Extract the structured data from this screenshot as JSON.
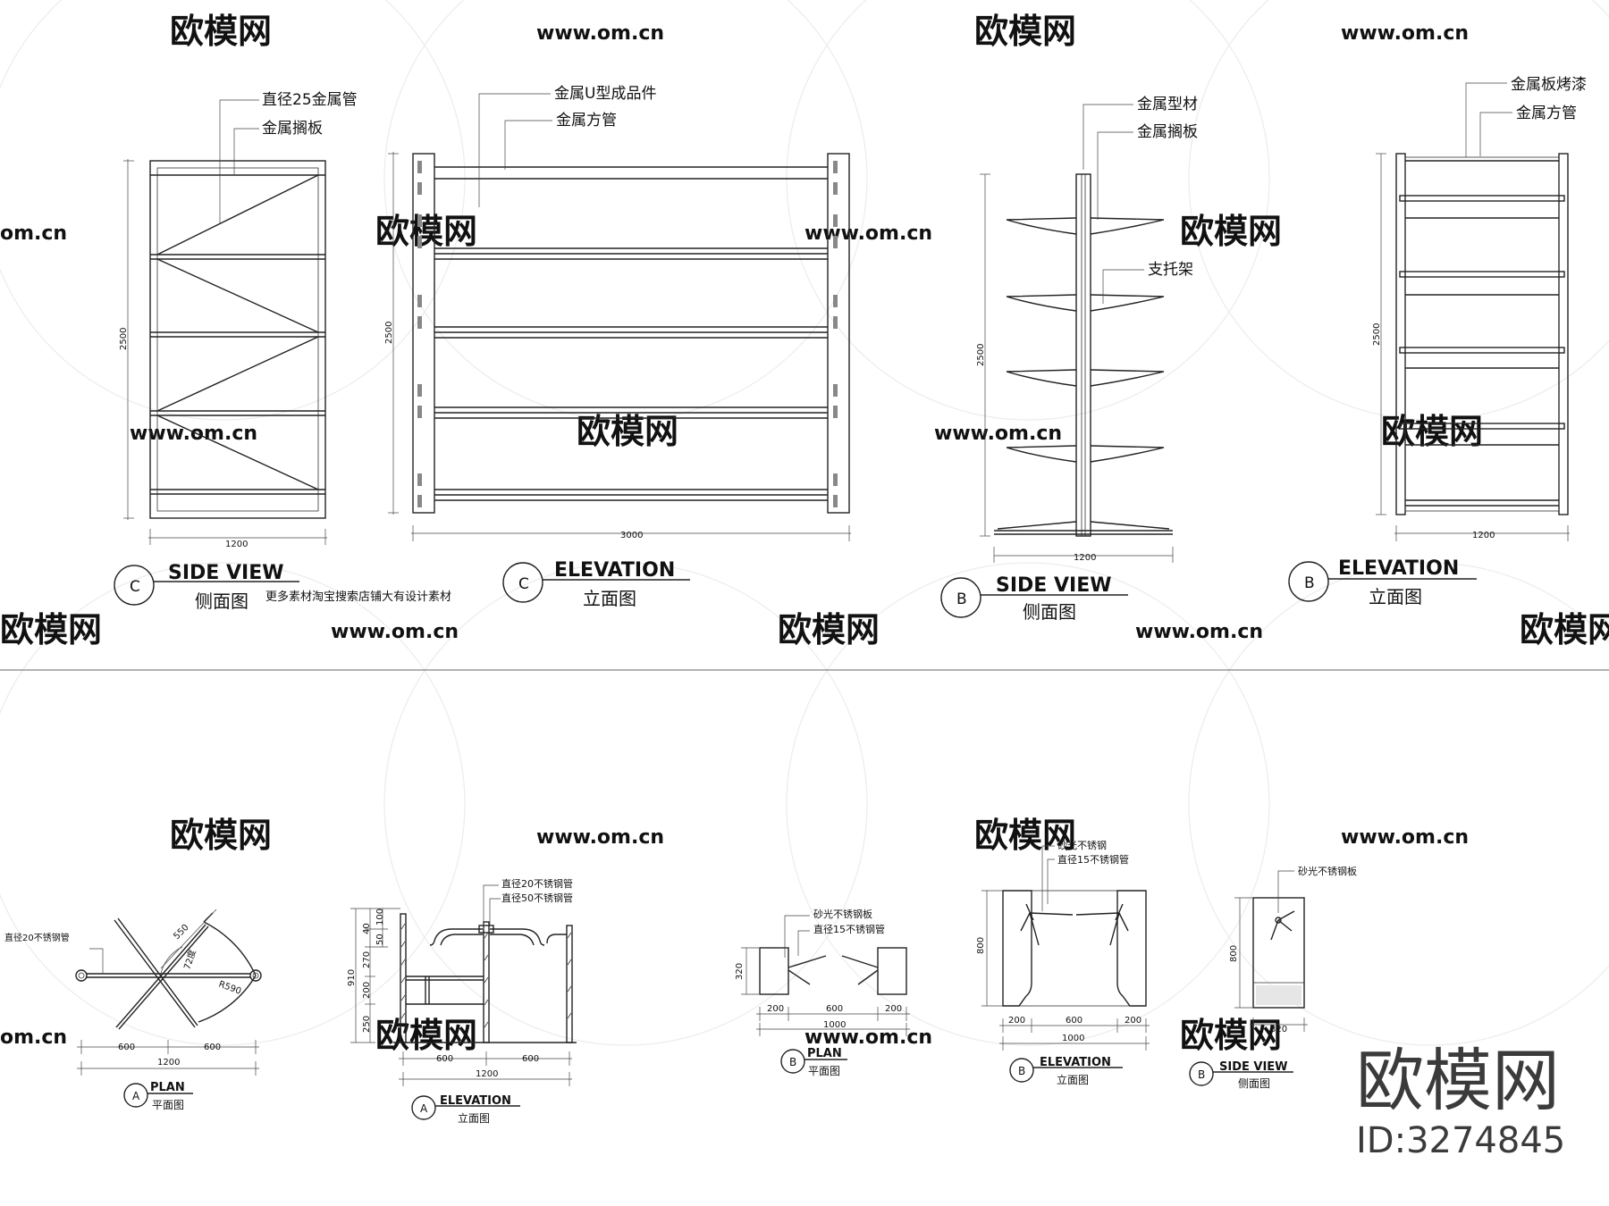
{
  "watermark": {
    "logo_text": "欧模网",
    "url_text": "www.om.cn",
    "url_fragment": "om.cn",
    "logo_fragment": "欧模网"
  },
  "brand": {
    "name": "欧模网",
    "id": "ID:3274845"
  },
  "views": {
    "c_side": {
      "letter": "C",
      "title": "SIDE VIEW",
      "subtitle": "侧面图",
      "note": "更多素材淘宝搜索店铺大有设计素材",
      "labels": [
        "直径25金属管",
        "金属搁板"
      ],
      "dim_h": "2500",
      "dim_w": "1200"
    },
    "c_elev": {
      "letter": "C",
      "title": "ELEVATION",
      "subtitle": "立面图",
      "labels": [
        "金属U型成品件",
        "金属方管"
      ],
      "dim_h": "2500",
      "dim_w": "3000"
    },
    "b_side": {
      "letter": "B",
      "title": "SIDE VIEW",
      "subtitle": "侧面图",
      "labels": [
        "金属型材",
        "金属搁板",
        "支托架"
      ],
      "dim_h": "2500",
      "dim_w": "1200"
    },
    "b_elev": {
      "letter": "B",
      "title": "ELEVATION",
      "subtitle": "立面图",
      "labels": [
        "金属板烤漆",
        "金属方管"
      ],
      "dim_h": "2500",
      "dim_w": "1200"
    },
    "a_plan": {
      "letter": "A",
      "title": "PLAN",
      "subtitle": "平面图",
      "labels": [
        "直径20不锈钢管"
      ],
      "dims": [
        "550",
        "72度",
        "R590",
        "600",
        "600",
        "1200"
      ]
    },
    "a_elev": {
      "letter": "A",
      "title": "ELEVATION",
      "subtitle": "立面图",
      "labels": [
        "直径20不锈钢管",
        "直径50不锈钢管"
      ],
      "dims": [
        "40",
        "100",
        "50",
        "270",
        "910",
        "200",
        "250",
        "600",
        "600",
        "1200"
      ]
    },
    "b_plan": {
      "letter": "B",
      "title": "PLAN",
      "subtitle": "平面图",
      "labels": [
        "砂光不锈钢板",
        "直径15不锈钢管"
      ],
      "dims": [
        "320",
        "200",
        "600",
        "200",
        "1000"
      ]
    },
    "b_elev2": {
      "letter": "B",
      "title": "ELEVATION",
      "subtitle": "立面图",
      "labels": [
        "砂光不锈钢",
        "直径15不锈钢管"
      ],
      "dims": [
        "800",
        "200",
        "600",
        "200",
        "1000"
      ]
    },
    "b_side2": {
      "letter": "B",
      "title": "SIDE VIEW",
      "subtitle": "侧面图",
      "labels": [
        "砂光不锈钢板"
      ],
      "dims": [
        "800",
        "320"
      ]
    }
  }
}
